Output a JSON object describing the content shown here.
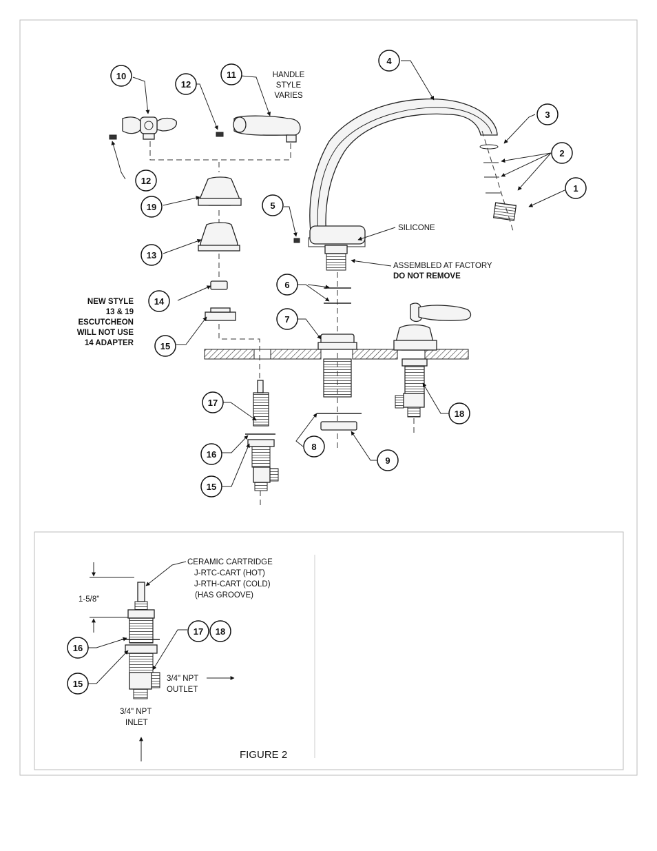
{
  "callouts": {
    "c1": "1",
    "c2": "2",
    "c3": "3",
    "c4": "4",
    "c5": "5",
    "c6": "6",
    "c7": "7",
    "c8": "8",
    "c9": "9",
    "c10": "10",
    "c11": "11",
    "c12a": "12",
    "c12b": "12",
    "c13": "13",
    "c14": "14",
    "c15a": "15",
    "c15b": "15",
    "c16": "16",
    "c17": "17",
    "c18": "18",
    "c19": "19"
  },
  "labels": {
    "handle_style_1": "HANDLE",
    "handle_style_2": "STYLE",
    "handle_style_3": "VARIES",
    "silicone": "SILICONE",
    "assembled": "ASSEMBLED AT FACTORY",
    "do_not_remove": "DO NOT REMOVE",
    "new_style_1": "NEW STYLE",
    "new_style_2": "13 & 19",
    "new_style_3": "ESCUTCHEON",
    "new_style_4": "WILL NOT USE",
    "new_style_5": "14 ADAPTER"
  },
  "figure2": {
    "cart_1": "CERAMIC CARTRIDGE",
    "cart_2": "J-RTC-CART (HOT)",
    "cart_3": "J-RTH-CART (COLD)",
    "cart_4": "(HAS GROOVE)",
    "dim": "1-5/8\"",
    "outlet_1": "3/4\" NPT",
    "outlet_2": "OUTLET",
    "inlet_1": "3/4\" NPT",
    "inlet_2": "INLET",
    "title": "FIGURE 2",
    "c16": "16",
    "c15": "15",
    "c17": "17",
    "c18": "18"
  }
}
